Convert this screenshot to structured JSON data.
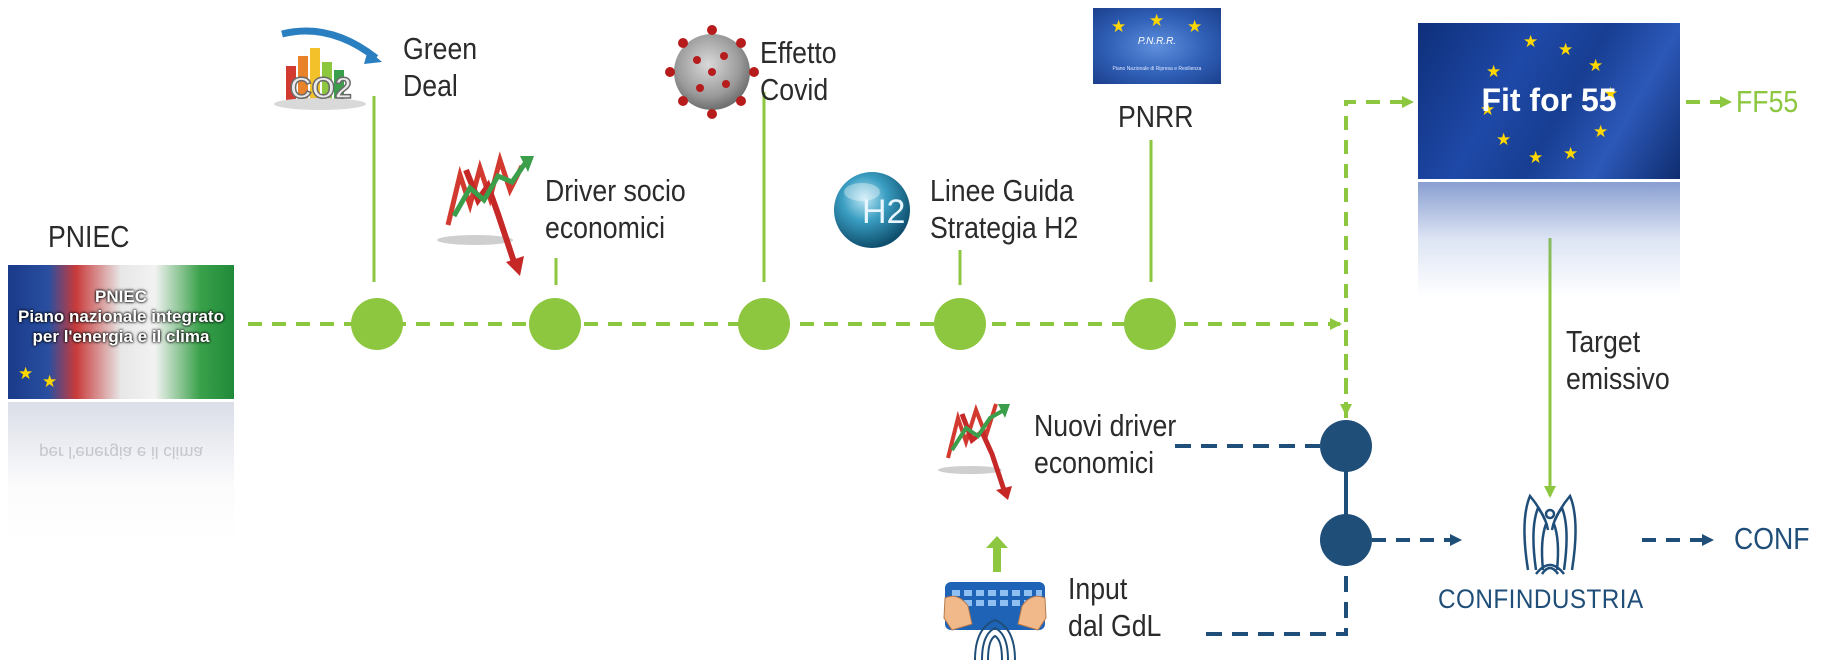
{
  "pniec": {
    "heading": "PNIEC",
    "banner_title": "PNIEC",
    "banner_line1": "Piano nazionale integrato",
    "banner_line2": "per l'energia e il clima",
    "reflection": "per l'energia e il clima"
  },
  "milestones": {
    "green_deal": [
      "Green",
      "Deal"
    ],
    "driver_socio": [
      "Driver socio",
      "economici"
    ],
    "effetto_covid": [
      "Effetto",
      "Covid"
    ],
    "linee_guida": [
      "Linee Guida",
      "Strategia H2"
    ],
    "pnrr": "PNRR"
  },
  "badges": {
    "co2": "CO2",
    "h2": "H2",
    "pnrr_banner": "P.N.R.R.",
    "pnrr_banner_sub": "Piano Nazionale di Ripresa e Resilienza",
    "fit_for_55": "Fit for 55"
  },
  "right_side": {
    "ff55": "FF55",
    "target_emissivo": [
      "Target",
      "emissivo"
    ],
    "nuovi_driver": [
      "Nuovi driver",
      "economici"
    ],
    "input_gdl": [
      "Input",
      "dal GdL"
    ],
    "confindustria": "CONFINDUSTRIA",
    "conf": "CONF"
  },
  "colors": {
    "green": "#8dc63f",
    "navy": "#1f4e79",
    "eu_blue": "#1f49a8",
    "star_gold": "#ffd700"
  }
}
